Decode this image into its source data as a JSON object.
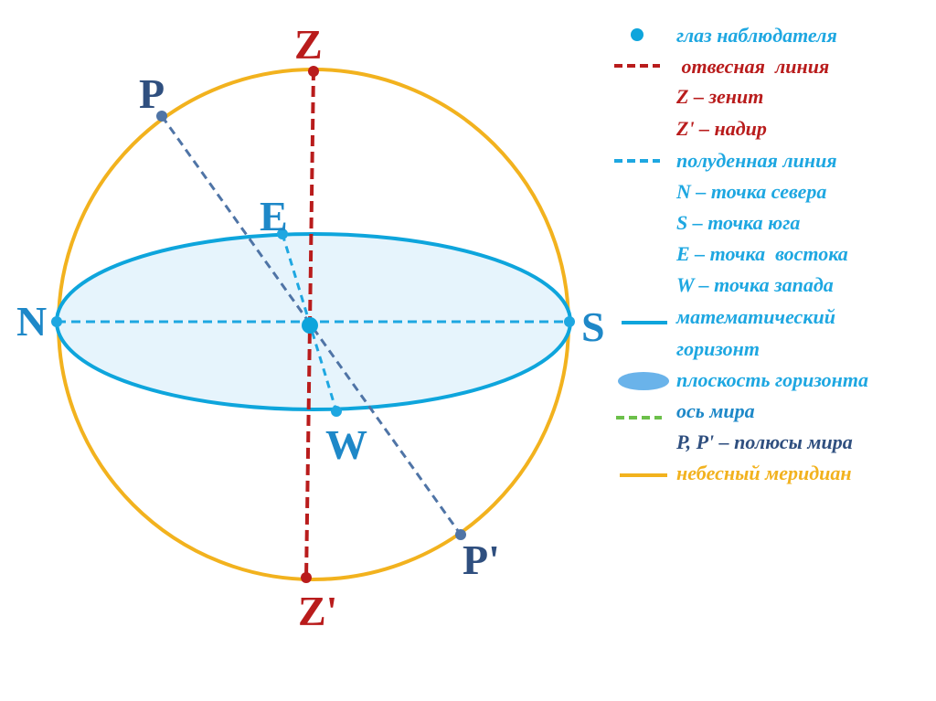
{
  "colors": {
    "observer": "#0ea5dc",
    "plumb": "#b91c1c",
    "meridian_line": "#1ea7e1",
    "horizon_fill": "#e6f4fc",
    "horizon_stroke": "#0ea5dc",
    "axis_world": "#4f74a6",
    "axis_legend": "#6cc04a",
    "celestial_meridian": "#f2b21e",
    "label_dark": "#2f4f7f"
  },
  "points": {
    "zenith": "Z",
    "nadir": "Z'",
    "north": "N",
    "south": "S",
    "east": "E",
    "west": "W",
    "pole_north": "P",
    "pole_south": "P'"
  },
  "legend": {
    "observer": "глаз наблюдателя",
    "plumb_line": " отвесная  линия",
    "zenith": "Z – зенит",
    "nadir": "Z' – надир",
    "noon_line": "полуденная линия",
    "north_point": "N – точка севера",
    "south_point": "S – точка юга",
    "east_point": "E – точка  востока",
    "west_point": "W – точка запада",
    "math_horizon_1": "математический",
    "math_horizon_2": "горизонт",
    "horizon_plane": "плоскость горизонта",
    "world_axis": "ось мира",
    "poles": "P, P' – полюсы мира",
    "celestial_meridian": "небесный меридиан"
  }
}
